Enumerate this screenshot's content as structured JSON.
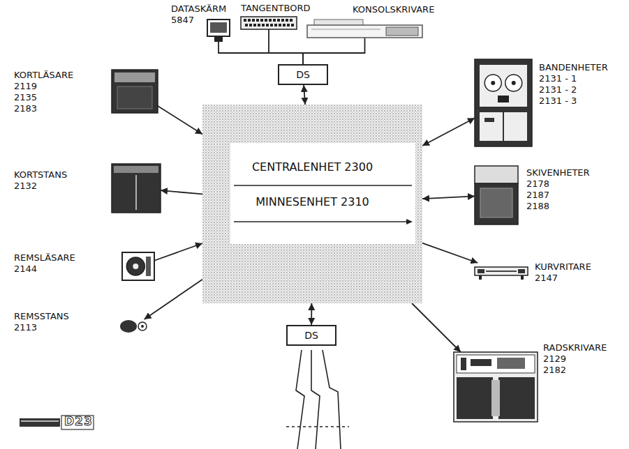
{
  "diagram": {
    "nodes": [
      {
        "text": [
          "DATASKÄRM",
          "5847"
        ]
      },
      {
        "text": [
          "TANGENTBORD"
        ]
      },
      {
        "text": [
          "KONSOLSKRIVARE"
        ]
      },
      {
        "text": [
          "DS"
        ]
      },
      {
        "text": [
          "CENTRALENHET 2300",
          "MINNESENHET 2310"
        ]
      },
      {
        "text": [
          "KORTLÄSARE",
          "2119",
          "2135",
          "2183"
        ]
      },
      {
        "text": [
          "BANDENHETER",
          "2131 - 1",
          "2131 - 2",
          "2131 - 3"
        ]
      },
      {
        "text": [
          "KORTSTANS",
          "2132"
        ]
      },
      {
        "text": [
          "SKIVENHETER",
          "2178",
          "2187",
          "2188"
        ]
      },
      {
        "text": [
          "REMSLÄSARE",
          "2144"
        ]
      },
      {
        "text": [
          "KURVRITARE",
          "2147"
        ]
      },
      {
        "text": [
          "REMSSTANS",
          "2113"
        ]
      },
      {
        "text": [
          "RADSKRIVARE",
          "2129",
          "2182"
        ]
      },
      {
        "text": [
          "DS"
        ]
      }
    ],
    "edges": [
      {
        "from": 0,
        "to": 3,
        "arrow": "none"
      },
      {
        "from": 1,
        "to": 3,
        "arrow": "none"
      },
      {
        "from": 2,
        "to": 3,
        "arrow": "none"
      },
      {
        "from": 3,
        "to": 4,
        "arrow": "both"
      },
      {
        "from": 5,
        "to": 4,
        "arrow": "to"
      },
      {
        "from": 6,
        "to": 4,
        "arrow": "both"
      },
      {
        "from": 4,
        "to": 7,
        "arrow": "to"
      },
      {
        "from": 8,
        "to": 4,
        "arrow": "both"
      },
      {
        "from": 9,
        "to": 4,
        "arrow": "to"
      },
      {
        "from": 4,
        "to": 10,
        "arrow": "to"
      },
      {
        "from": 4,
        "to": 11,
        "arrow": "to"
      },
      {
        "from": 4,
        "to": 12,
        "arrow": "to"
      },
      {
        "from": 4,
        "to": 13,
        "arrow": "both"
      }
    ],
    "labels": [
      "D23"
    ]
  }
}
